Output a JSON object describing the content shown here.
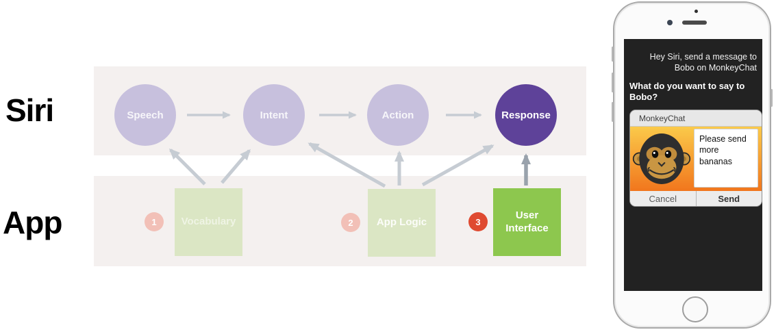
{
  "diagram": {
    "row_labels": {
      "siri": "Siri",
      "app": "App"
    },
    "siri_nodes": [
      {
        "label": "Speech"
      },
      {
        "label": "Intent"
      },
      {
        "label": "Action"
      },
      {
        "label": "Response"
      }
    ],
    "app_nodes": [
      {
        "badge": "1",
        "label": "Vocabulary"
      },
      {
        "badge": "2",
        "label": "App Logic"
      },
      {
        "badge": "3",
        "label": "User Interface"
      }
    ],
    "colors": {
      "band": "#f4f0ef",
      "siri_node": "#c7c0dd",
      "siri_node_active": "#5e4299",
      "app_node": "#dbe6c4",
      "app_node_active": "#8dc74e",
      "badge_faded": "#f2c0b7",
      "badge_active": "#df4a31",
      "arrow_light": "#c6ccd3",
      "arrow_dark": "#99a2ac"
    }
  },
  "phone": {
    "siri_query": "Hey Siri, send a message to Bobo on MonkeyChat",
    "siri_prompt": "What do you want to say to Bobo?",
    "card": {
      "app_name": "MonkeyChat",
      "message": "Please send more bananas",
      "cancel_label": "Cancel",
      "send_label": "Send"
    },
    "screen_color": "#222222"
  }
}
